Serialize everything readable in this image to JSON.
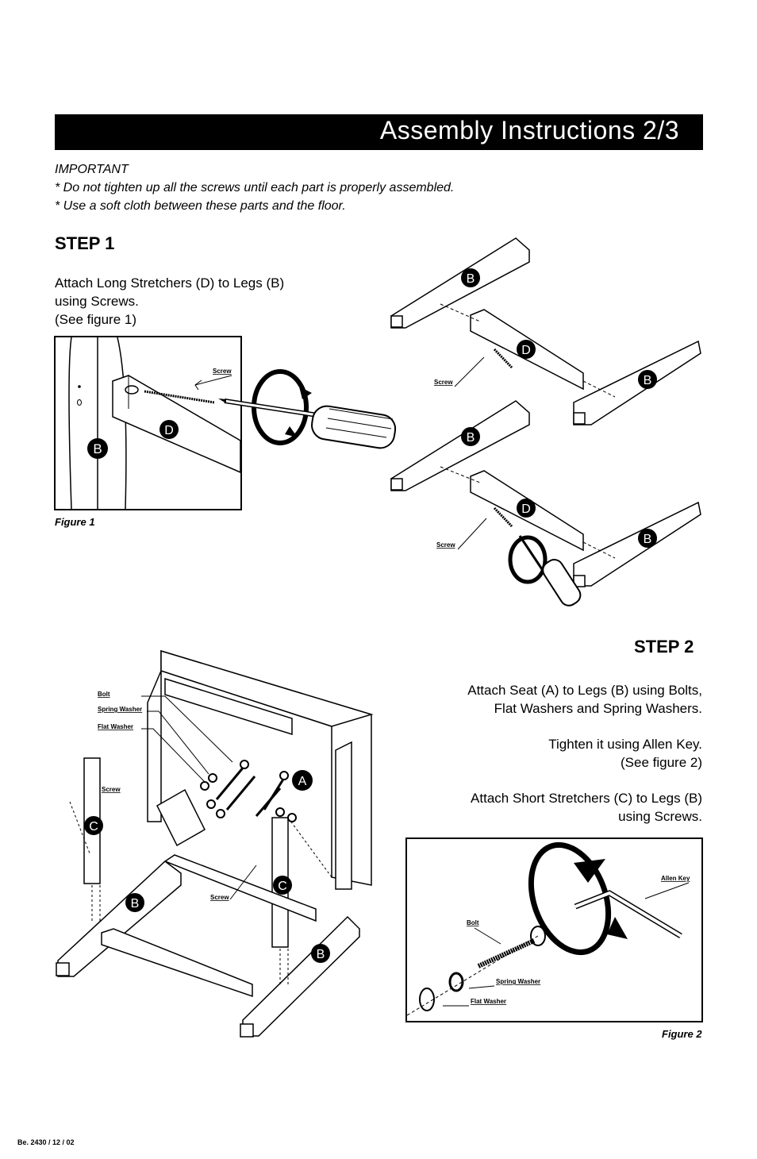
{
  "header": {
    "title": "Assembly Instructions 2/3"
  },
  "important": {
    "heading": "IMPORTANT",
    "lines": [
      "* Do not tighten up all the screws until each part is properly assembled.",
      "* Use a soft cloth between these parts and the floor."
    ]
  },
  "step1": {
    "heading": "STEP 1",
    "lines": [
      "Attach Long Stretchers (D) to Legs (B)",
      "using Screws.",
      "(See figure 1)"
    ],
    "figure_caption": "Figure 1",
    "screw_label": "Screw"
  },
  "step2": {
    "heading": "STEP 2",
    "para1": [
      "Attach Seat (A) to Legs (B) using Bolts,",
      "Flat Washers and Spring Washers."
    ],
    "para2": [
      "Tighten it using Allen Key.",
      "(See figure 2)"
    ],
    "para3": [
      "Attach Short Stretchers (C) to Legs (B)",
      "using Screws."
    ],
    "figure_caption": "Figure 2",
    "labels": {
      "bolt": "Bolt",
      "spring_washer": "Spring Washer",
      "flat_washer": "Flat Washer",
      "screw": "Screw",
      "allen_key": "Allen Key"
    }
  },
  "part_letters": {
    "A": "A",
    "B": "B",
    "C": "C",
    "D": "D"
  },
  "footer": {
    "code": "Be. 2430 / 12 / 02"
  }
}
